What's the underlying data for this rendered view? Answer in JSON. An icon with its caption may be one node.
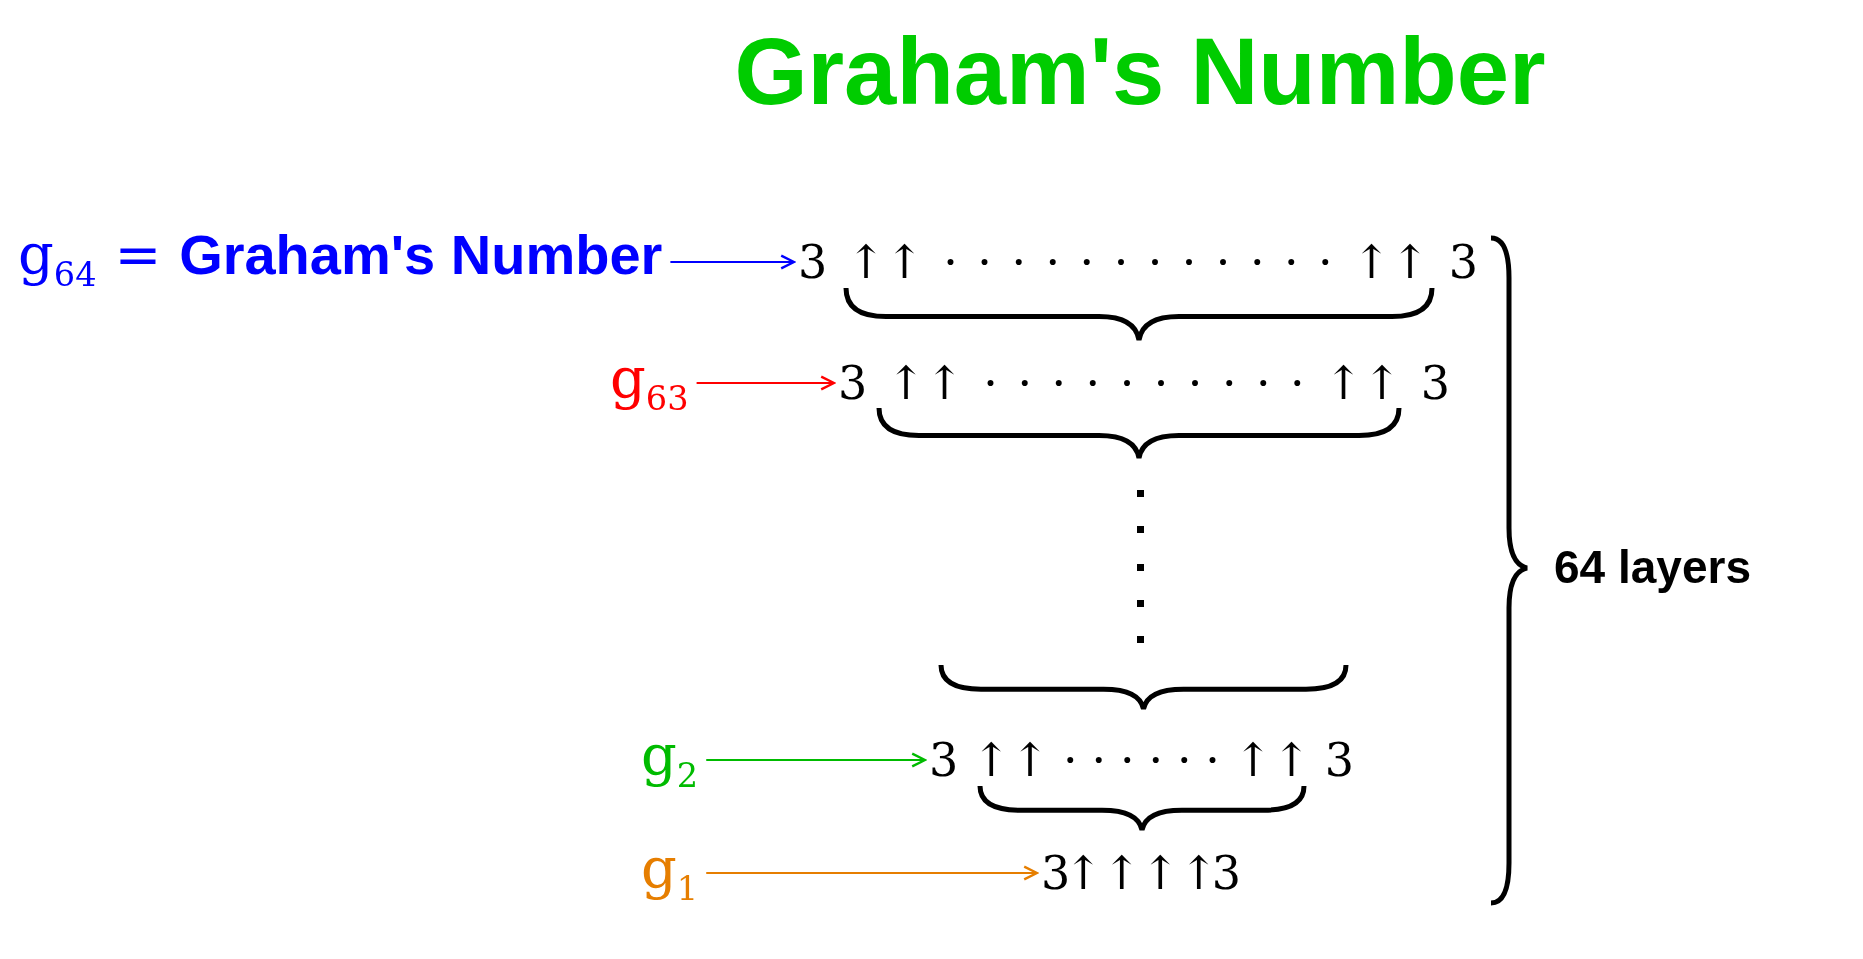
{
  "diagram": {
    "title": "Graham's Number",
    "nodes": [
      {
        "text": [
          "g$_{64}$ = **Graham's Number**"
        ]
      },
      {
        "text": [
          "3 ↑↑ · · · · · · · · · · · · ↑↑ 3"
        ]
      },
      {
        "text": [
          "g$_{63}$"
        ]
      },
      {
        "text": [
          "3 ↑↑ · · · · · · · · · · ↑↑ 3"
        ]
      },
      {
        "text": [
          "g$_{2}$"
        ]
      },
      {
        "text": [
          "3 ↑↑ · · · · · · ↑↑ 3"
        ]
      },
      {
        "text": [
          "g$_{1}$"
        ]
      },
      {
        "text": [
          "3 ↑↑↑↑ 3"
        ]
      }
    ],
    "edges": [
      {
        "from": 0,
        "to": 1,
        "arrow": "to",
        "color": "#0000ff"
      },
      {
        "from": 2,
        "to": 3,
        "arrow": "to",
        "color": "#ff0000"
      },
      {
        "from": 4,
        "to": 5,
        "arrow": "to",
        "color": "#00bb00"
      },
      {
        "from": 6,
        "to": 7,
        "arrow": "to",
        "color": "#e67e00"
      }
    ],
    "labels": [
      "64 layers"
    ]
  }
}
